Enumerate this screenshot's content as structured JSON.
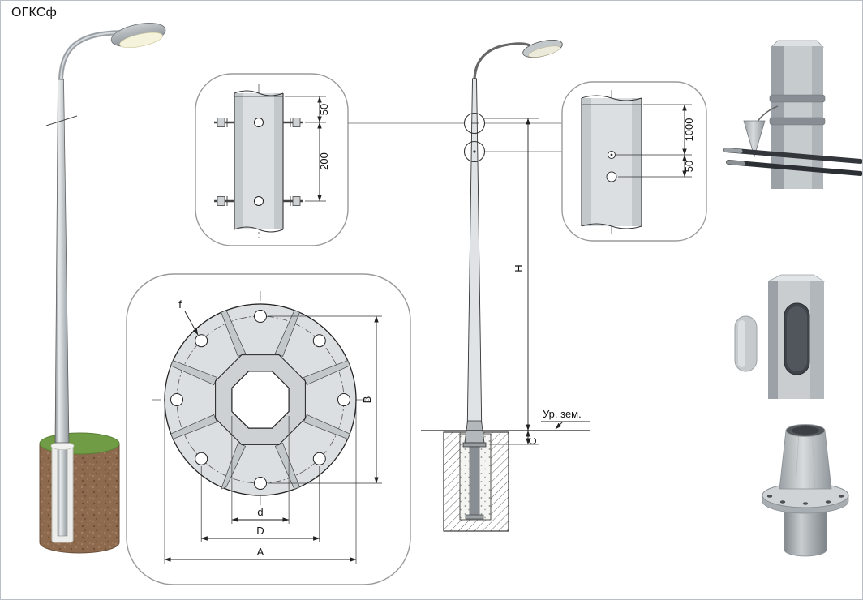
{
  "title": "ОГКСф",
  "joint_detail": {
    "dim_offset": "50",
    "dim_spacing": "200"
  },
  "hole_detail": {
    "dim_height": "1000",
    "dim_offset": "50"
  },
  "flange_plan": {
    "hole_label": "f",
    "bolt_span_label": "B",
    "inner_label": "d",
    "bolt_circle_label": "D",
    "outer_label": "A"
  },
  "elevation": {
    "height_label": "H",
    "embed_label": "C",
    "ground_label": "Ур. зем."
  },
  "colors": {
    "steel_light": "#dcdfe1",
    "steel_mid": "#c3c8cb",
    "steel_dark": "#8f959a",
    "foundation_brown": "#8d6a4d",
    "grass_green": "#6f9c44",
    "line": "#222222"
  }
}
